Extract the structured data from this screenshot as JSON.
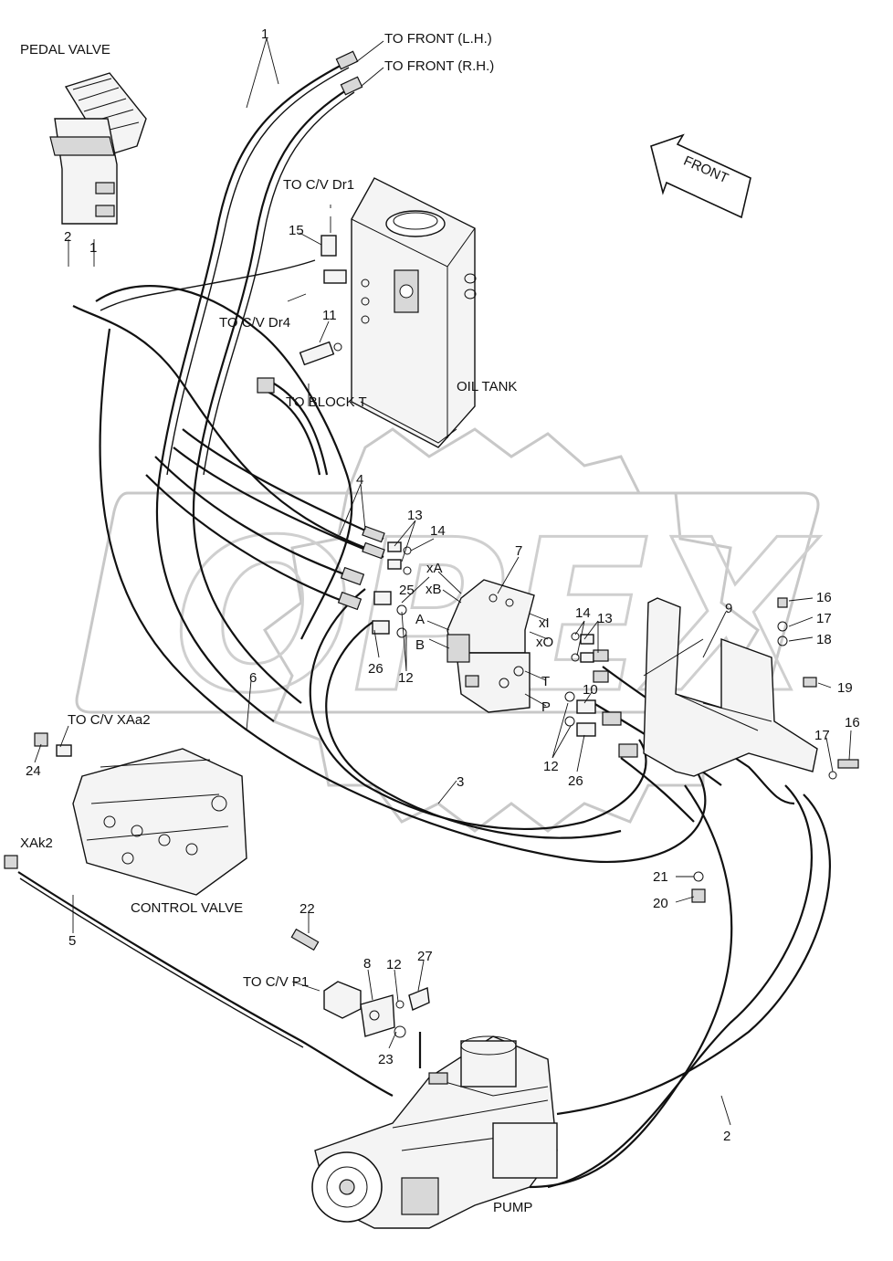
{
  "labels": {
    "pedal_valve": "PEDAL VALVE",
    "to_front_lh": "TO FRONT (L.H.)",
    "to_front_rh": "TO FRONT (R.H.)",
    "to_cv_dr1": "TO C/V Dr1",
    "to_cv_dr4": "TO C/V Dr4",
    "to_block_t": "TO BLOCK T",
    "oil_tank": "OIL TANK",
    "front": "FRONT",
    "to_cv_xaa2": "TO C/V XAa2",
    "xak2": "XAk2",
    "control_valve": "CONTROL VALVE",
    "to_cv_p1": "TO C/V P1",
    "pump": "PUMP",
    "port_xa": "xA",
    "port_xb": "xB",
    "port_a": "A",
    "port_b": "B",
    "port_xi": "xI",
    "port_xo": "xO",
    "port_t": "T",
    "port_p": "P"
  },
  "callouts": {
    "c1_top": "1",
    "c1_pedal": "1",
    "c2_pedal": "2",
    "c2_bottom": "2",
    "c3": "3",
    "c4": "4",
    "c5": "5",
    "c6": "6",
    "c7": "7",
    "c8": "8",
    "c9": "9",
    "c10": "10",
    "c11": "11",
    "c12_a": "12",
    "c12_b": "12",
    "c12_c": "12",
    "c13_a": "13",
    "c13_b": "13",
    "c14_a": "14",
    "c14_b": "14",
    "c15": "15",
    "c16_a": "16",
    "c16_b": "16",
    "c17_a": "17",
    "c17_b": "17",
    "c18": "18",
    "c19": "19",
    "c20": "20",
    "c21": "21",
    "c22": "22",
    "c23": "23",
    "c24": "24",
    "c25": "25",
    "c26_a": "26",
    "c26_b": "26",
    "c27": "27"
  },
  "watermark": "OPEX"
}
